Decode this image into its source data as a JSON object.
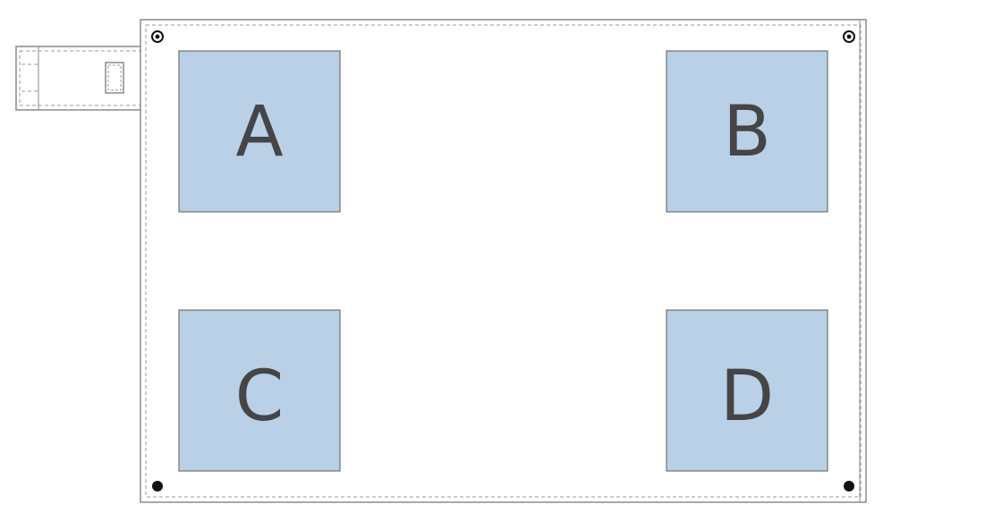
{
  "colors": {
    "background": "#ffffff",
    "frame_stroke": "#8a8a8a",
    "stitch_stroke": "#9a9a9a",
    "panel_fill": "#b9d0e6",
    "panel_stroke": "#6f6f6f",
    "letter": "#454548",
    "grommet": "#111111"
  },
  "panels": [
    {
      "id": "a",
      "label": "A"
    },
    {
      "id": "b",
      "label": "B"
    },
    {
      "id": "c",
      "label": "C"
    },
    {
      "id": "d",
      "label": "D"
    }
  ]
}
